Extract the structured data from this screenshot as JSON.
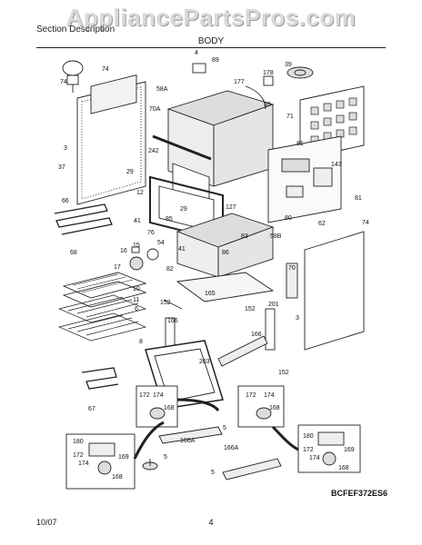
{
  "watermark": "AppliancePartsPros.com",
  "header": {
    "left": "Section Description",
    "model": "BCFEF372ES6",
    "section": "BODY"
  },
  "diagram_code": "BCFEF372ES6",
  "footer": {
    "date": "10/07",
    "page": "4"
  },
  "labels": {
    "l74a": "74",
    "l74b": "74",
    "l74c": "74",
    "l3a": "3",
    "l3b": "3",
    "l70a": "70A",
    "l58a": "58A",
    "l242": "242",
    "l89": "89",
    "l177": "177",
    "l178": "178",
    "l59": "59",
    "l39": "39",
    "l71": "71",
    "l81a": "81",
    "l81b": "81",
    "l143": "143",
    "l37": "37",
    "l29a": "29",
    "l29b": "29",
    "l12": "12",
    "l127": "127",
    "l66": "66",
    "l41a": "41",
    "l41b": "41",
    "l85": "85",
    "l76": "76",
    "l86": "86",
    "l83": "83",
    "l58b": "58B",
    "l80": "80",
    "l62": "62",
    "l68": "68",
    "l16": "16",
    "l15": "15",
    "l54": "54",
    "l17": "17",
    "l82": "82",
    "l70": "70",
    "l10": "10",
    "l11": "11",
    "l152a": "152",
    "l152b": "152",
    "l152c": "152",
    "l165": "165",
    "l201": "201",
    "l166a": "166",
    "l166b": "166",
    "l6": "6",
    "l8": "8",
    "l203": "203",
    "l67": "67",
    "l172a": "172",
    "l174a": "174",
    "l168a": "168",
    "l172b": "172",
    "l174b": "174",
    "l168b": "168",
    "l5a": "5",
    "l5b": "5",
    "l5c": "5",
    "l166Aa": "166A",
    "l166Ab": "166A",
    "l180a": "180",
    "l172c": "172",
    "l174c": "174",
    "l169a": "169",
    "l168c": "168",
    "l180b": "180",
    "l172d": "172",
    "l174d": "174",
    "l169b": "169",
    "l168d": "168",
    "l4": "4"
  }
}
